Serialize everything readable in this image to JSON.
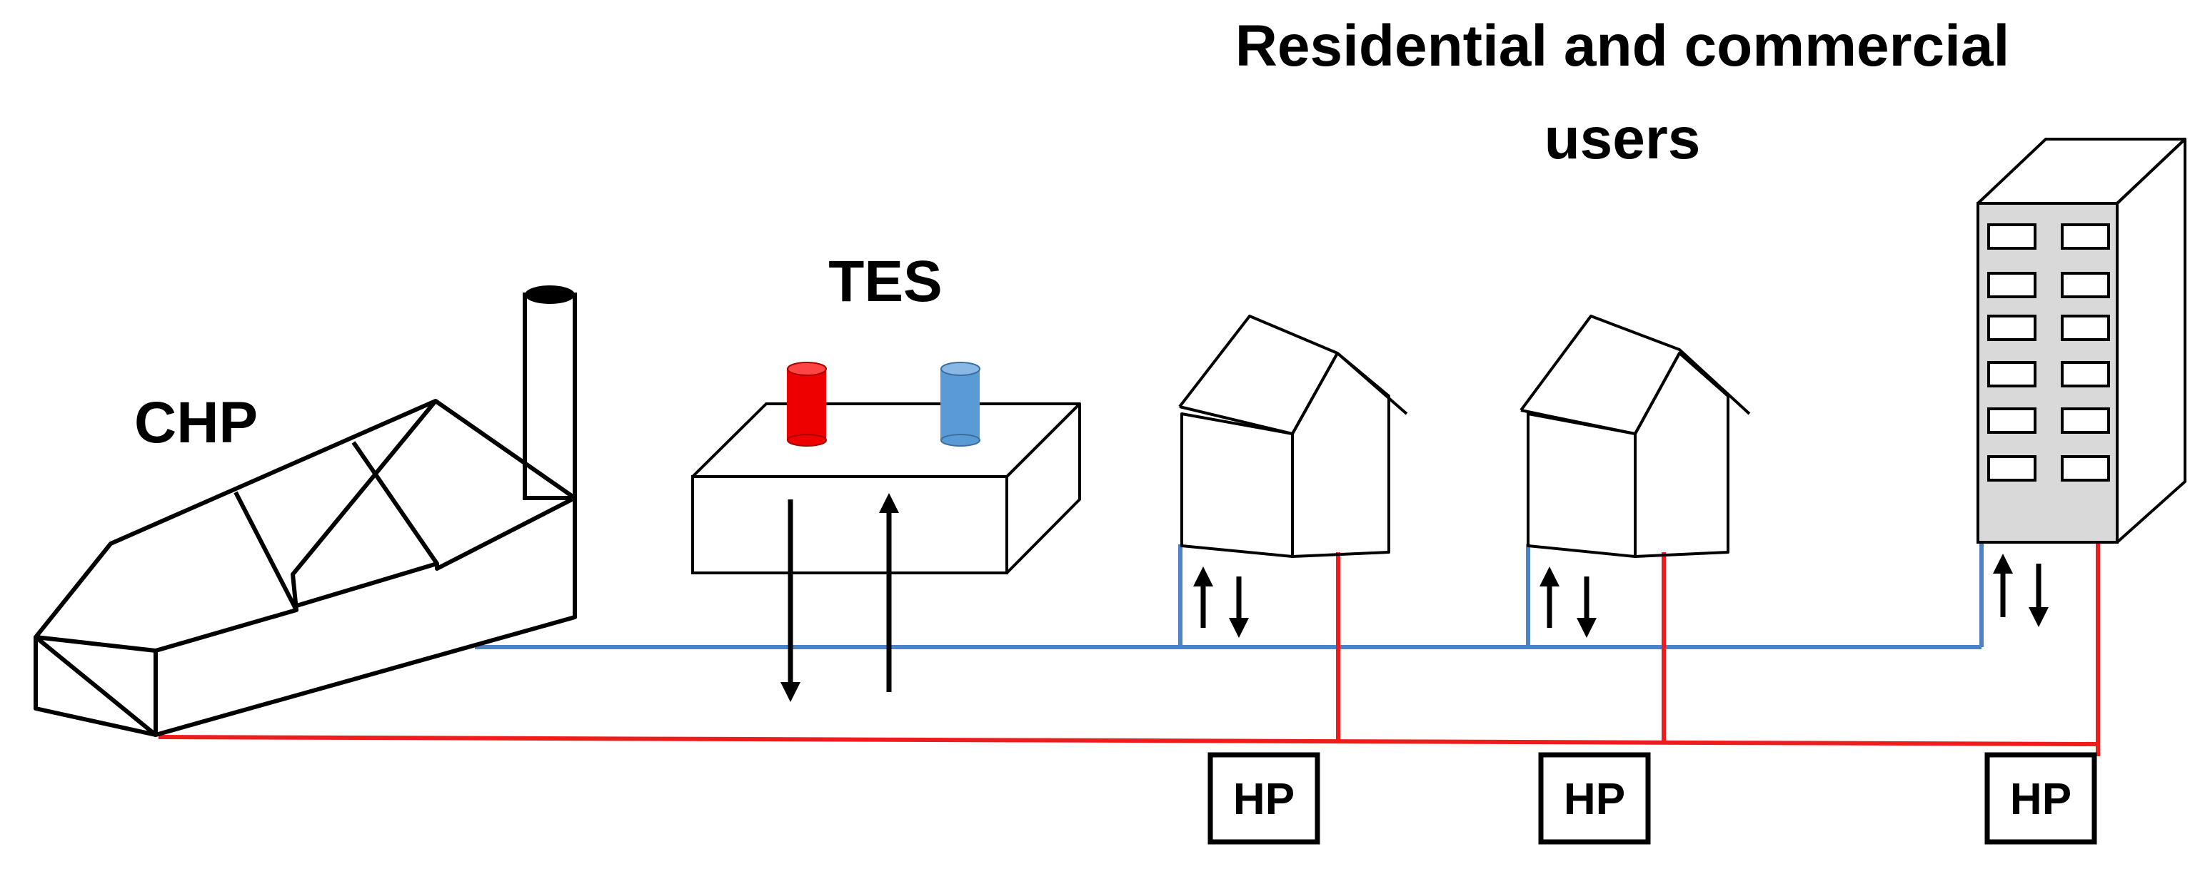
{
  "labels": {
    "chp": "CHP",
    "tes": "TES",
    "users_line1": "Residential and commercial",
    "users_line2": "users",
    "hp1": "HP",
    "hp2": "HP",
    "hp3": "HP"
  },
  "colors": {
    "cold_pipe": "#4f81c7",
    "hot_pipe": "#ee1c1c",
    "hot_tank": "#ee0000",
    "cold_tank": "#5b9bd5",
    "building_side": "#c8c8c8"
  }
}
